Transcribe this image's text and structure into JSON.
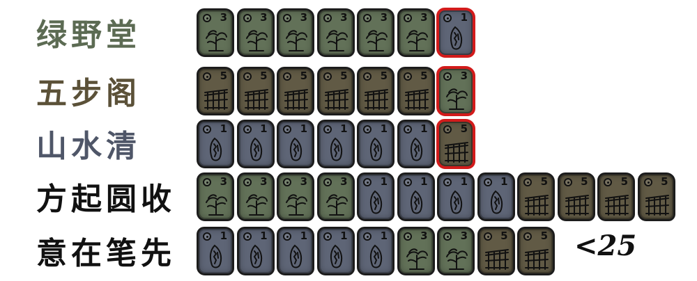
{
  "colors": {
    "tree": "#627158",
    "bridge": "#615a45",
    "rock": "#5e6576",
    "highlight": "#d21b1b"
  },
  "tile_values": {
    "tree": "3",
    "bridge": "5",
    "rock": "1"
  },
  "rows": [
    {
      "label": "绿野堂",
      "label_color": "#5c6b53",
      "tiles": [
        {
          "kind": "tree"
        },
        {
          "kind": "tree"
        },
        {
          "kind": "tree"
        },
        {
          "kind": "tree"
        },
        {
          "kind": "tree"
        },
        {
          "kind": "tree"
        },
        {
          "kind": "rock",
          "highlight": true
        }
      ]
    },
    {
      "label": "五步阁",
      "label_color": "#5b5138",
      "tiles": [
        {
          "kind": "bridge"
        },
        {
          "kind": "bridge"
        },
        {
          "kind": "bridge"
        },
        {
          "kind": "bridge"
        },
        {
          "kind": "bridge"
        },
        {
          "kind": "bridge"
        },
        {
          "kind": "tree",
          "highlight": true
        }
      ]
    },
    {
      "label": "山水清",
      "label_color": "#4f5668",
      "tiles": [
        {
          "kind": "rock"
        },
        {
          "kind": "rock"
        },
        {
          "kind": "rock"
        },
        {
          "kind": "rock"
        },
        {
          "kind": "rock"
        },
        {
          "kind": "rock"
        },
        {
          "kind": "bridge",
          "highlight": true
        }
      ]
    },
    {
      "label": "方起圆收",
      "label_color": "#111111",
      "tiles": [
        {
          "kind": "tree"
        },
        {
          "kind": "tree"
        },
        {
          "kind": "tree"
        },
        {
          "kind": "tree"
        },
        {
          "kind": "rock"
        },
        {
          "kind": "rock"
        },
        {
          "kind": "rock"
        },
        {
          "kind": "rock"
        },
        {
          "kind": "bridge"
        },
        {
          "kind": "bridge"
        },
        {
          "kind": "bridge"
        },
        {
          "kind": "bridge"
        }
      ]
    },
    {
      "label": "意在笔先",
      "label_color": "#111111",
      "tiles": [
        {
          "kind": "rock"
        },
        {
          "kind": "rock"
        },
        {
          "kind": "rock"
        },
        {
          "kind": "rock"
        },
        {
          "kind": "rock"
        },
        {
          "kind": "tree"
        },
        {
          "kind": "tree"
        },
        {
          "kind": "bridge"
        },
        {
          "kind": "bridge"
        }
      ]
    }
  ],
  "note": "<25"
}
